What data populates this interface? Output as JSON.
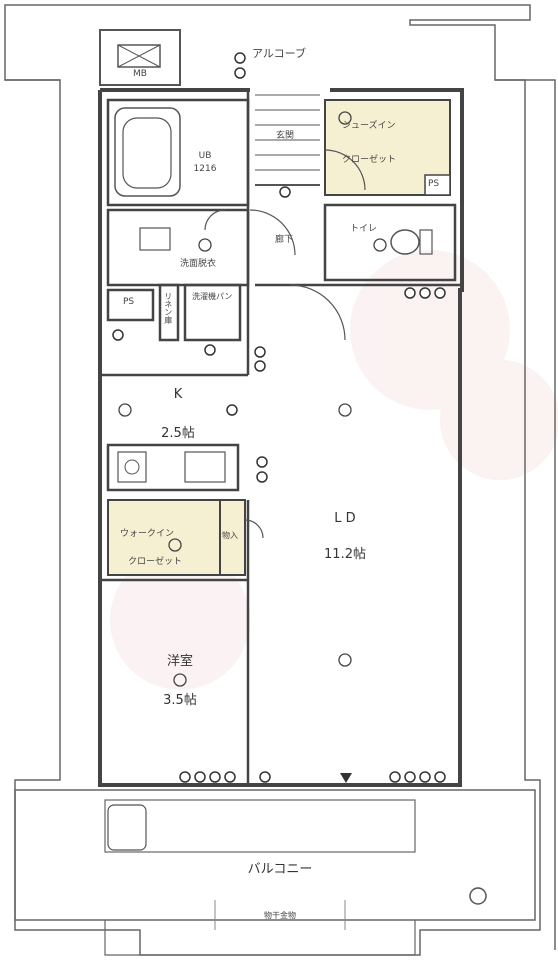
{
  "rooms": {
    "mb": "MB",
    "alcove": "アルコーブ",
    "entrance": "玄関",
    "shoe_closet_line1": "シューズイン",
    "shoe_closet_line2": "クローゼット",
    "ps_top": "PS",
    "ub_line1": "UB",
    "ub_line2": "1216",
    "hallway": "廊下",
    "toilet": "トイレ",
    "washroom": "洗面脱衣",
    "linen": "リネン庫",
    "washer": "洗濯機パン",
    "ps_left": "PS",
    "kitchen_label": "K",
    "kitchen_size": "2.5帖",
    "walkin_line1": "ウォークイン",
    "walkin_line2": "クローゼット",
    "storage": "物入",
    "ld_label": "L D",
    "ld_size": "11.2帖",
    "western_label": "洋室",
    "western_size": "3.5帖",
    "balcony": "バルコニー",
    "laundry_pole": "物干金物"
  },
  "colors": {
    "wall": "#555555",
    "closet_fill": "#f6f0d2",
    "line": "#333333"
  }
}
